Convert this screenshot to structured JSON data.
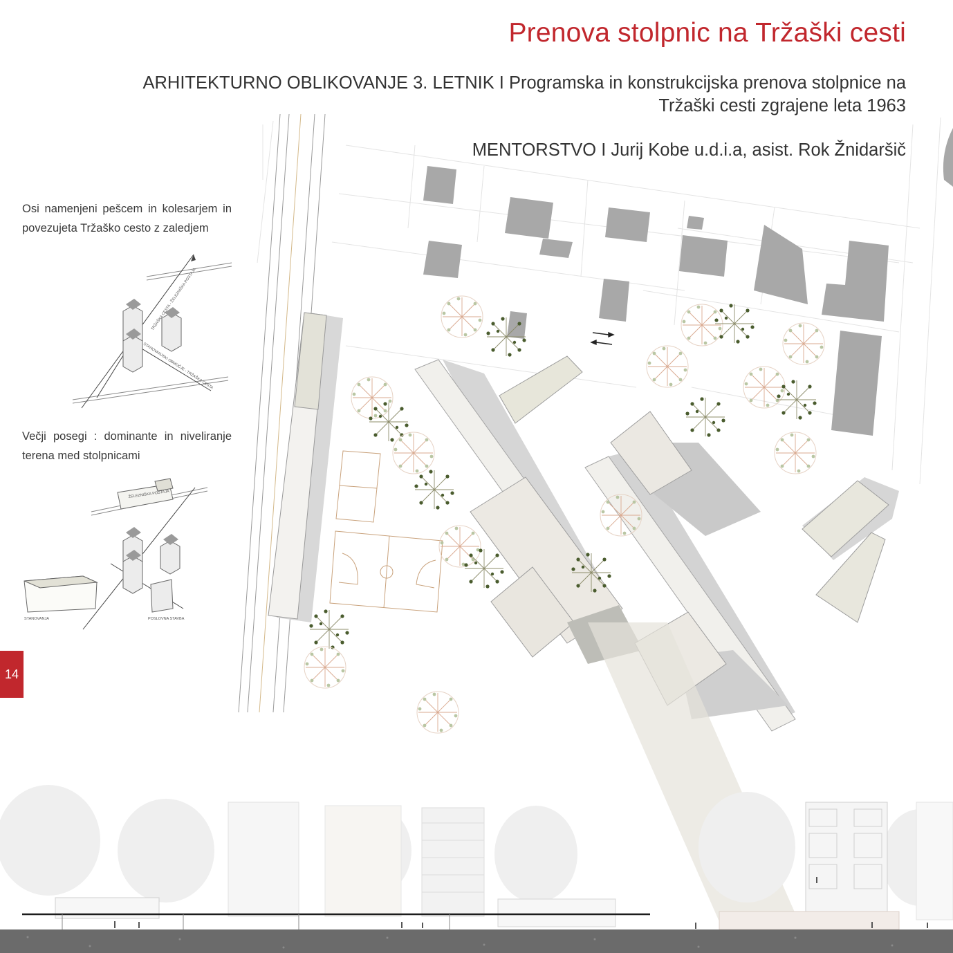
{
  "header": {
    "title": "Prenova stolpnic na Tržaški cesti",
    "subtitle_line1": "ARHITEKTURNO OBLIKOVANJE 3. LETNIK I Programska in konstrukcijska prenova stolpnice na",
    "subtitle_line2": "Tržaški cesti zgrajene leta 1963",
    "mentors": "MENTORSTVO I Jurij Kobe u.d.i.a, asist. Rok Žnidaršič"
  },
  "notes": {
    "axes_line1": "Osi namenjeni pešcem in kolesarjem in",
    "axes_line2": "povezujeta Tržaško cesto z zaledjem",
    "interventions_line1": "Večji posegi : dominante in niveliranje",
    "interventions_line2": "terena med stolpnicami"
  },
  "diagram_labels": {
    "axis_a": "TRŽAŠKA CESTA - ŽELEZNIŠKA POSTAJA",
    "axis_b": "STANOVANJSKI OBMOČJE - TRŽAŠKA CESTA",
    "station": "ŽELEZNIŠKA POSTAJA",
    "housing": "STANOVANJA",
    "business": "POSLOVNA STAVBA"
  },
  "page_number": "14",
  "colors": {
    "accent": "#c1272d",
    "building_gray": "#a8a8a8",
    "shadow_gray": "#cfcfcf",
    "tower_roof": "#ebe8e2",
    "ground": "#6b6b6b"
  }
}
